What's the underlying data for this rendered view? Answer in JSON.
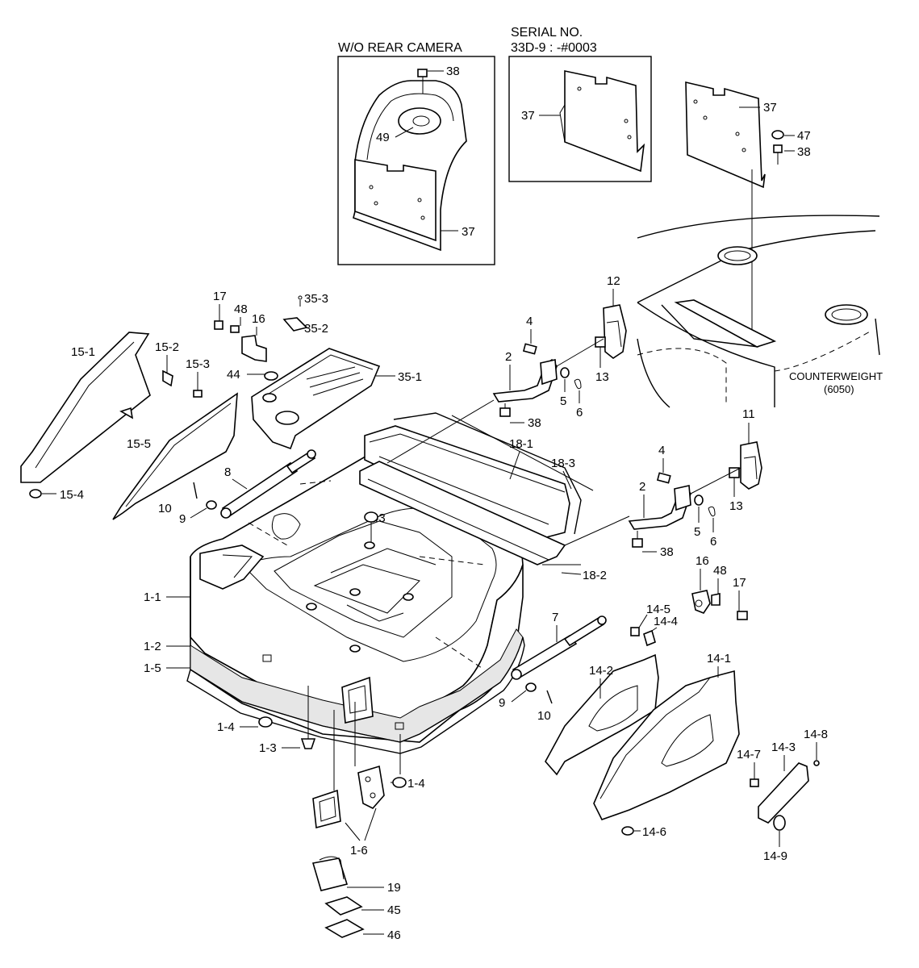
{
  "insets": {
    "wo_rear_camera": "W/O REAR CAMERA",
    "serial_line1": "SERIAL NO.",
    "serial_line2": "33D-9 : -#0003"
  },
  "counterweight": {
    "line1": "COUNTERWEIGHT",
    "line2": "(6050)"
  },
  "callouts": {
    "c38a": "38",
    "c49": "49",
    "c37a": "37",
    "c37b": "37",
    "c37c": "37",
    "c47": "47",
    "c38b": "38",
    "c17a": "17",
    "c48a": "48",
    "c16a": "16",
    "c35_3": "35-3",
    "c35_2": "35-2",
    "c35_1": "35-1",
    "c44": "44",
    "c15_1": "15-1",
    "c15_2": "15-2",
    "c15_3": "15-3",
    "c15_5": "15-5",
    "c15_4": "15-4",
    "c12": "12",
    "c4a": "4",
    "c2a": "2",
    "c13a": "13",
    "c5a": "5",
    "c6a": "6",
    "c38c": "38",
    "c11": "11",
    "c4b": "4",
    "c2b": "2",
    "c13b": "13",
    "c5b": "5",
    "c6b": "6",
    "c38d": "38",
    "c18_1": "18-1",
    "c18_3": "18-3",
    "c18_2": "18-2",
    "c8": "8",
    "c10a": "10",
    "c9a": "9",
    "c43": "43",
    "c1_1": "1-1",
    "c1_2": "1-2",
    "c1_5": "1-5",
    "c1_4a": "1-4",
    "c1_3": "1-3",
    "c1_4b": "1-4",
    "c1_6": "1-6",
    "c16b": "16",
    "c48b": "48",
    "c17b": "17",
    "c14_5": "14-5",
    "c14_4": "14-4",
    "c7": "7",
    "c14_2": "14-2",
    "c14_1": "14-1",
    "c9b": "9",
    "c10b": "10",
    "c14_7": "14-7",
    "c14_3": "14-3",
    "c14_8": "14-8",
    "c14_6": "14-6",
    "c14_9": "14-9",
    "c19": "19",
    "c45": "45",
    "c46": "46"
  }
}
